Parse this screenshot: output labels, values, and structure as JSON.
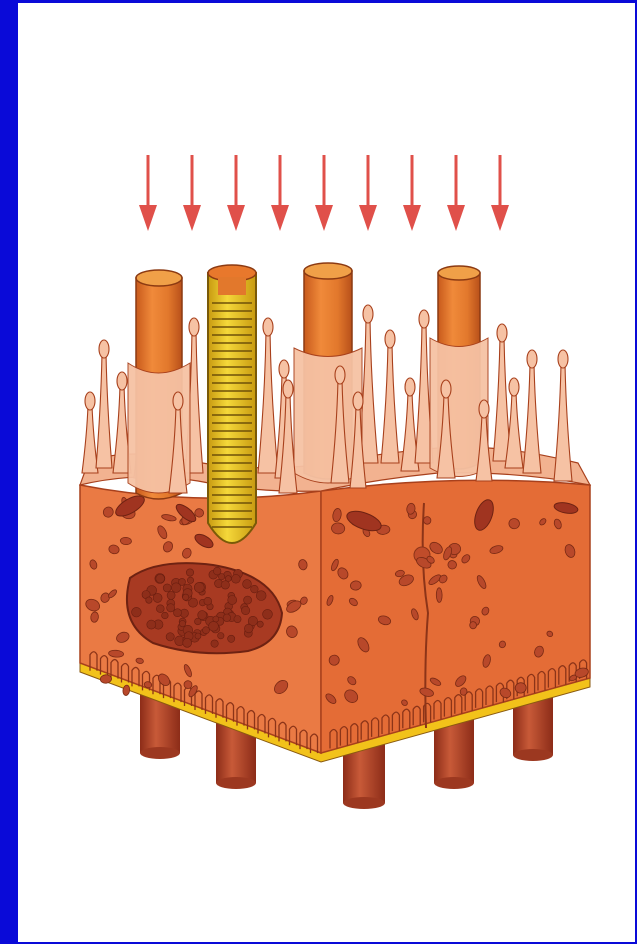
{
  "figure": {
    "type": "illustration",
    "subject": "epithelial-block",
    "colors": {
      "frame": "#0a0ad8",
      "background": "#ffffff",
      "arrow": "#e0504a",
      "cell_front": "#ea7a44",
      "cell_side": "#e46c36",
      "cell_top": "#f2b290",
      "villus": "#f6c2a4",
      "outline": "#a8401c",
      "organelle": "#b8482a",
      "nucleus": "#a83a22",
      "tube_orange": "#e2782c",
      "tube_top": "#f0a048",
      "tube_yellow": "#f2cc20",
      "basement_membrane": "#f2c21a",
      "vessel": "#b84828"
    },
    "arrow_count": 9,
    "tubes": [
      {
        "id": "tube-1",
        "kind": "orange-cylinder"
      },
      {
        "id": "tube-2",
        "kind": "yellow-banded-cylinder"
      },
      {
        "id": "tube-3",
        "kind": "orange-cylinder"
      },
      {
        "id": "tube-4",
        "kind": "orange-cylinder"
      }
    ],
    "vessel_count": 5
  }
}
